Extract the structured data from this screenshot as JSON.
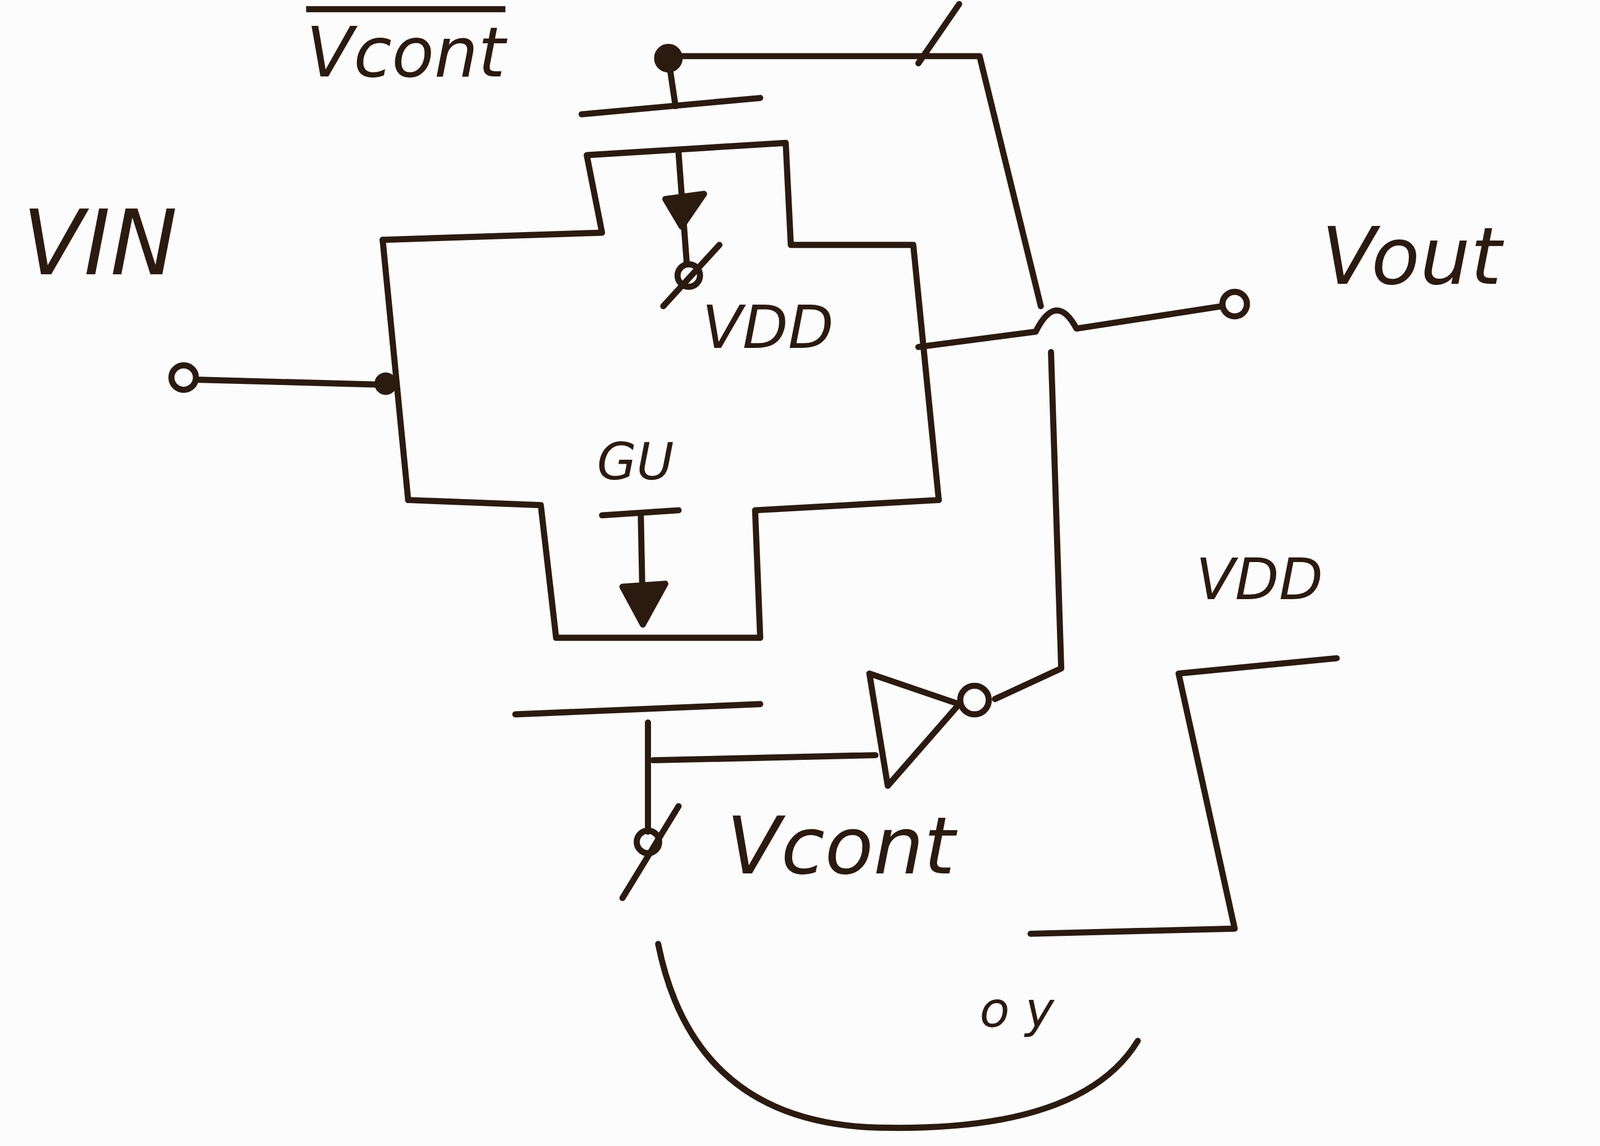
{
  "diagram": {
    "labels": [
      "Vcont",
      "VIN",
      "VDD",
      "GU",
      "Vout",
      "VDD",
      "Vcont",
      "o y"
    ]
  }
}
